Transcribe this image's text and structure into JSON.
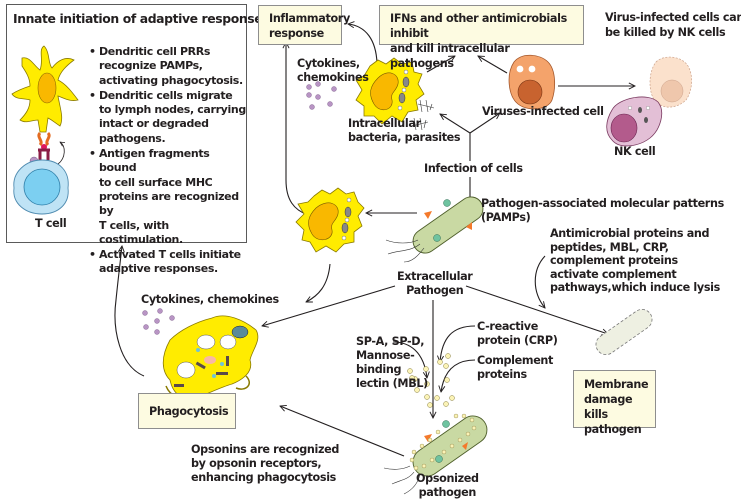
{
  "innate_panel": {
    "title": "Innate initiation of adaptive response",
    "bullets": [
      "Dendritic cell PRRs\nrecognize PAMPs,\nactivating phagocytosis.",
      "Dendritic cells migrate\nto lymph nodes, carrying\nintact or degraded\npathogens.",
      "Antigen fragments bound\nto cell surface MHC\nproteins are recognized by\nT cells, with costimulation.",
      "Activated T cells initiate\nadaptive responses."
    ],
    "t_cell_label": "T cell"
  },
  "boxes": {
    "inflammatory": "Inflammatory\nresponse",
    "ifns": "IFNs and other antimicrobials inhibit\nand kill intracellular pathogens",
    "phagocytosis": "Phagocytosis",
    "membrane_damage": "Membrane\ndamage kills\npathogen"
  },
  "labels": {
    "nk_kill": "Virus-infected cells can\nbe killed by NK cells",
    "cytokines_top": "Cytokines,\nchemokines",
    "intracellular": "Intracellular\nbacteria, parasites",
    "virus_infected": "Viruses-infected cell",
    "nk_cell": "NK cell",
    "infection_of_cells": "Infection of cells",
    "pamps": "Pathogen-associated molecular patterns\n(PAMPs)",
    "antimicrobial": "Antimicrobial proteins and\npeptides, MBL, CRP,\ncomplement proteins\nactivate complement\npathways,which induce lysis",
    "extracellular": "Extracellular\nPathogen",
    "cytokines_bottom": "Cytokines, chemokines",
    "spa_spd": "SP-A, SP-D,\nMannose-\nbinding\nlectin (MBL)",
    "crp": "C-reactive\nprotein (CRP)",
    "complement": "Complement\nproteins",
    "opsonins": "Opsonins are recognized\nby opsonin receptors,\nenhancing phagocytosis",
    "opsonized": "Opsonized\npathogen"
  },
  "colors": {
    "box_fill": "#fdfbe1",
    "phagocyte_yellow": "#ffec00",
    "phagocyte_nucleus": "#f9b800",
    "bacterium_green": "#c9d9a3",
    "infected_cell": "#f4a36b",
    "infected_nucleus": "#c8632f",
    "nk_cell": "#e3bfd6",
    "nk_nucleus": "#b35b8c",
    "t_cell": "#bfe3f5",
    "t_nucleus": "#7ccff1",
    "cytokine_dot": "#b894c4",
    "opsonin_dot": "#fbf3b6"
  }
}
